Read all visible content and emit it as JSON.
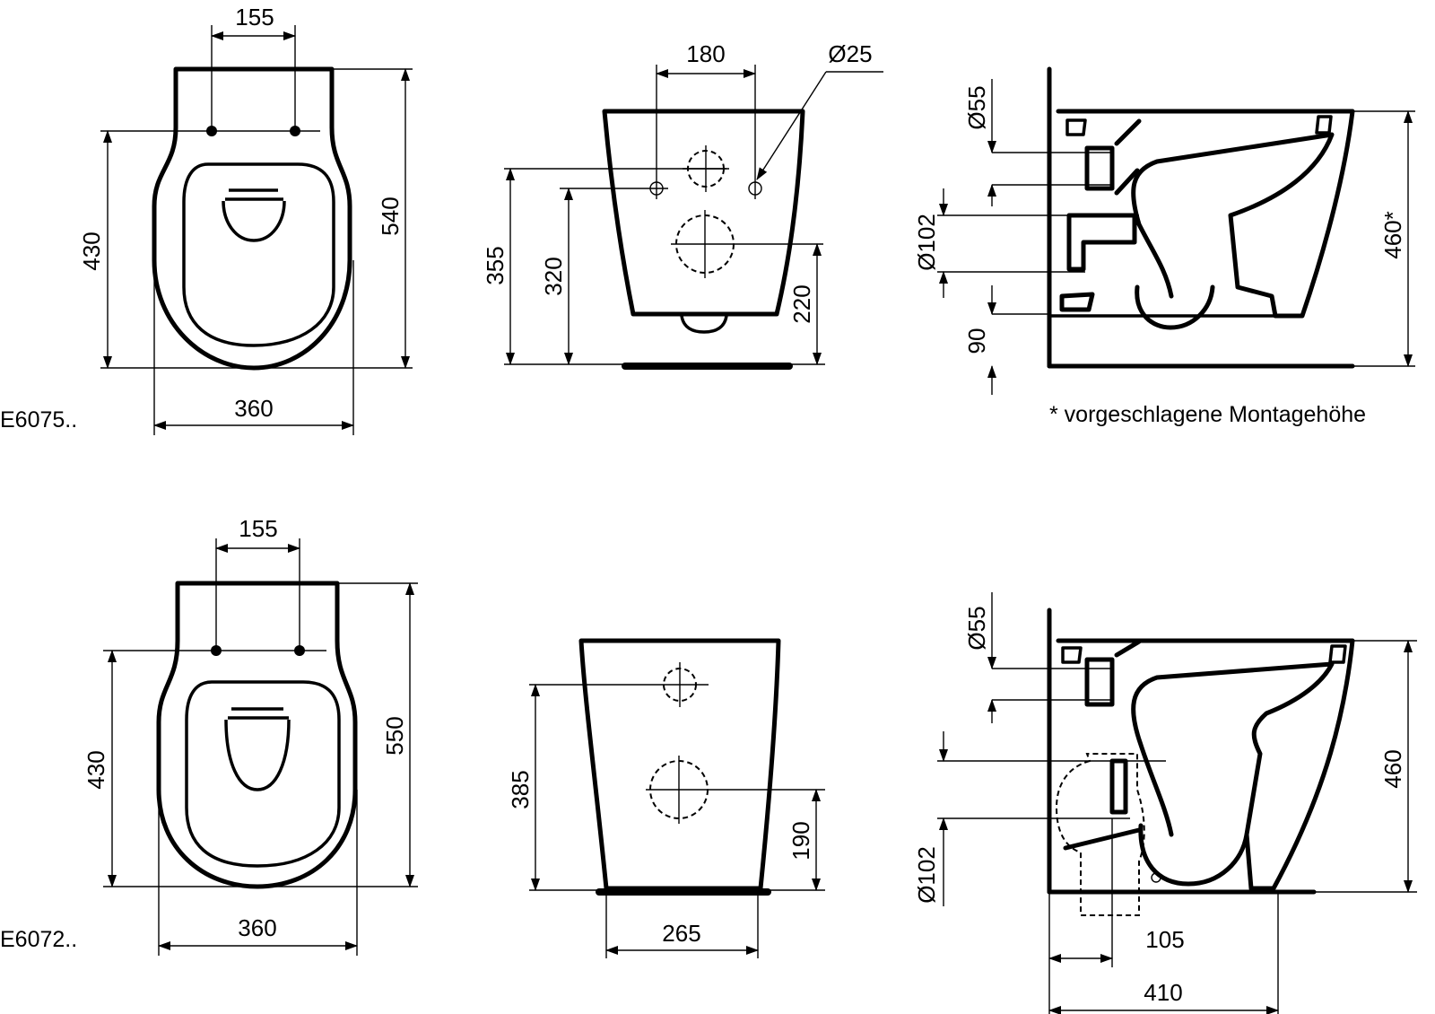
{
  "models": {
    "wall_hung": "E6075..",
    "floor_standing": "E6072.."
  },
  "footnote": "* vorgeschlagene Montagehöhe",
  "dimensions": {
    "top_plan": {
      "fixing_spacing": "155",
      "fixing_to_front": "430",
      "length": "540",
      "width": "360"
    },
    "top_rear": {
      "fixing_spacing": "180",
      "fixing_dia": "Ø25",
      "supply_height": "355",
      "fixing_height": "320",
      "outlet_height": "220"
    },
    "top_side": {
      "inlet_dia": "Ø55",
      "outlet_dia": "Ø102",
      "outlet_offset": "90",
      "mounting_height": "460*"
    },
    "bottom_plan": {
      "fixing_spacing": "155",
      "fixing_to_front": "430",
      "length": "550",
      "width": "360"
    },
    "bottom_rear": {
      "supply_height": "385",
      "outlet_height": "190",
      "base_width": "265"
    },
    "bottom_side": {
      "inlet_dia": "Ø55",
      "outlet_dia": "Ø102",
      "height": "460",
      "outlet_offset": "105",
      "depth": "410"
    }
  }
}
